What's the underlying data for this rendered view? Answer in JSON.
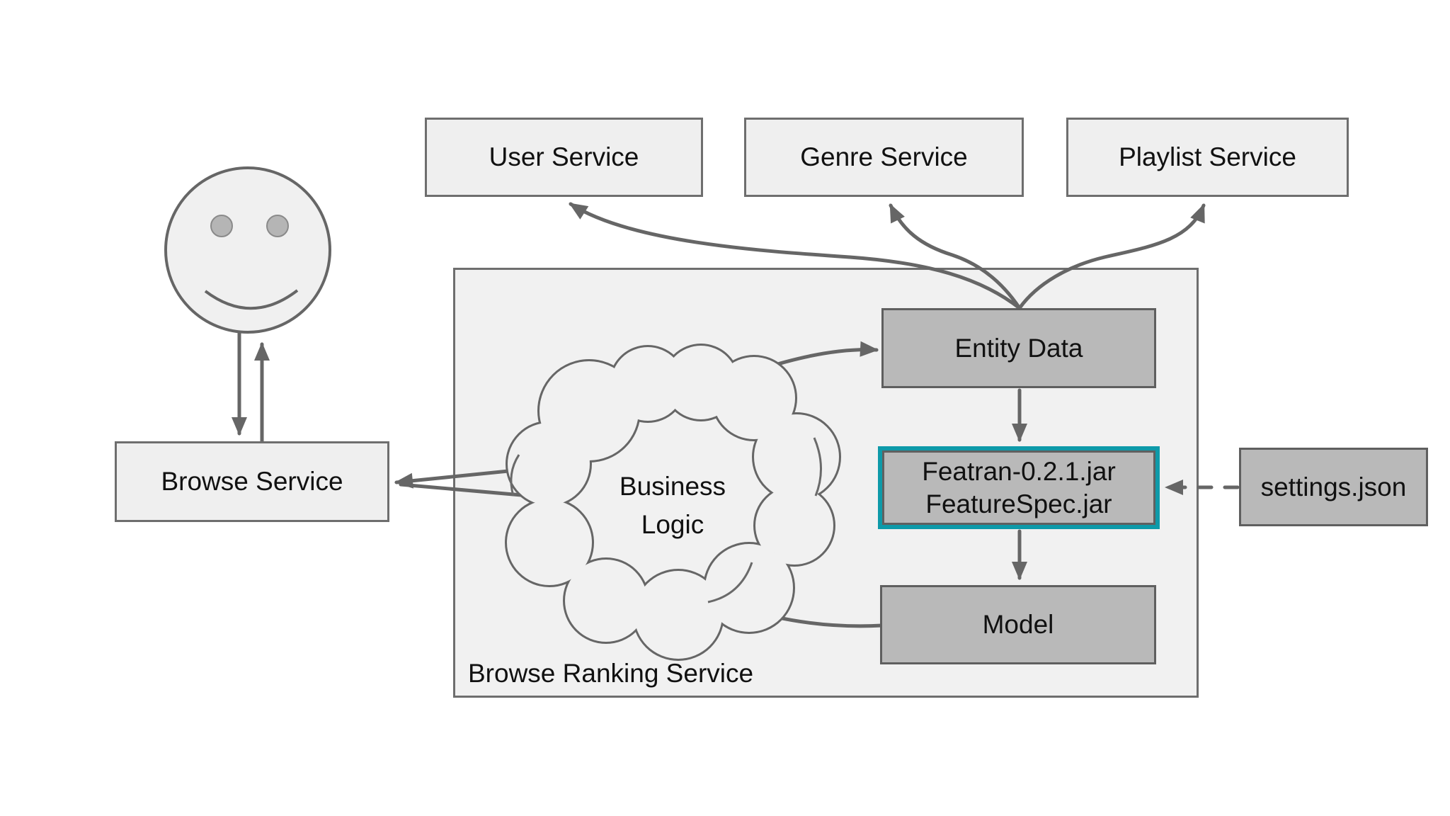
{
  "nodes": {
    "user_service": {
      "label": "User Service"
    },
    "genre_service": {
      "label": "Genre Service"
    },
    "playlist_service": {
      "label": "Playlist Service"
    },
    "browse_service": {
      "label": "Browse Service"
    },
    "entity_data": {
      "label": "Entity Data"
    },
    "featran": {
      "line1": "Featran-0.2.1.jar",
      "line2": "FeatureSpec.jar"
    },
    "model": {
      "label": "Model"
    },
    "settings": {
      "label": "settings.json"
    }
  },
  "container": {
    "label": "Browse Ranking Service"
  },
  "cloud": {
    "line1": "Business",
    "line2": "Logic"
  },
  "edges": [
    {
      "from": "user-face",
      "to": "browse_service",
      "style": "solid",
      "arrow": "down"
    },
    {
      "from": "browse_service",
      "to": "user-face",
      "style": "solid",
      "arrow": "up"
    },
    {
      "from": "entity_data",
      "to": "user_service",
      "style": "solid-curve"
    },
    {
      "from": "entity_data",
      "to": "genre_service",
      "style": "solid-curve"
    },
    {
      "from": "entity_data",
      "to": "playlist_service",
      "style": "solid-curve"
    },
    {
      "from": "business_logic_cloud",
      "to": "entity_data",
      "style": "solid-curve"
    },
    {
      "from": "business_logic_cloud",
      "to": "browse_service",
      "style": "solid-double-line"
    },
    {
      "from": "business_logic_cloud",
      "to": "model",
      "style": "solid-curve-no-arrow"
    },
    {
      "from": "entity_data",
      "to": "featran",
      "style": "solid",
      "arrow": "down"
    },
    {
      "from": "featran",
      "to": "model",
      "style": "solid",
      "arrow": "down"
    },
    {
      "from": "settings",
      "to": "featran",
      "style": "dashed",
      "arrow": "left"
    }
  ],
  "colors": {
    "background": "#ffffff",
    "light_node_fill": "#efefef",
    "light_node_border": "#6e6e6e",
    "dark_node_fill": "#b9b9b9",
    "dark_node_border": "#5f5f5f",
    "container_fill": "#f1f1f1",
    "highlight_teal": "#0e9aa9",
    "line": "#666666",
    "text": "#111111"
  }
}
